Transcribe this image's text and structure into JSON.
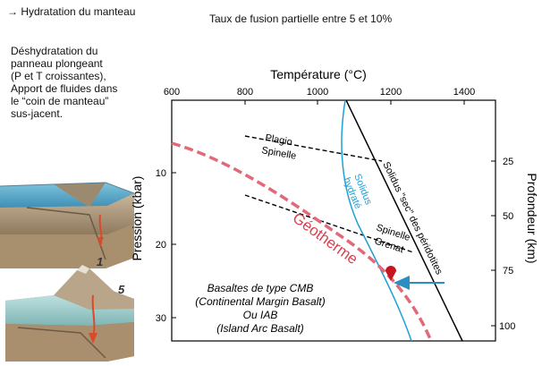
{
  "header": {
    "arrow": "→",
    "title": "Hydratation du manteau",
    "fusion_rate": "Taux de fusion partielle entre 5 et 10%"
  },
  "left_text": {
    "lines": [
      "Déshydratation du",
      "panneau plongeant",
      "(P et T croissantes),",
      "Apport de fluides dans",
      "le “coin de manteau”",
      "sus-jacent."
    ]
  },
  "block_labels": {
    "first": "1",
    "second": "5"
  },
  "diagram": {
    "top_axis_title": "Température (°C)",
    "temp_ticks": [
      "600",
      "800",
      "1000",
      "1200",
      "1400"
    ],
    "left_axis_title": "Pression (kbar)",
    "pressure_ticks": [
      "10",
      "20",
      "30"
    ],
    "right_axis_title": "Profondeur (km)",
    "depth_ticks": [
      "25",
      "50",
      "75",
      "100"
    ],
    "plagio_label": [
      "Plagio",
      "Spinelle"
    ],
    "spinelle_label": [
      "Spinelle",
      "Grenat"
    ],
    "solidus_sec_label": "Solidus \"sec\" des péridotites",
    "solidus_hydrate_label": [
      "Solidus",
      "hydraté"
    ],
    "geotherme_label": "Géotherme",
    "basalt_text": [
      "Basaltes de type CMB",
      "(Continental Margin Basalt)",
      "Ou IAB",
      "(Island Arc Basalt)"
    ],
    "colors": {
      "geotherme": "#e06a78",
      "solidus_hydrate": "#1e9fd6",
      "arrow": "#2a8fc0",
      "marker": "#c4161c"
    }
  }
}
